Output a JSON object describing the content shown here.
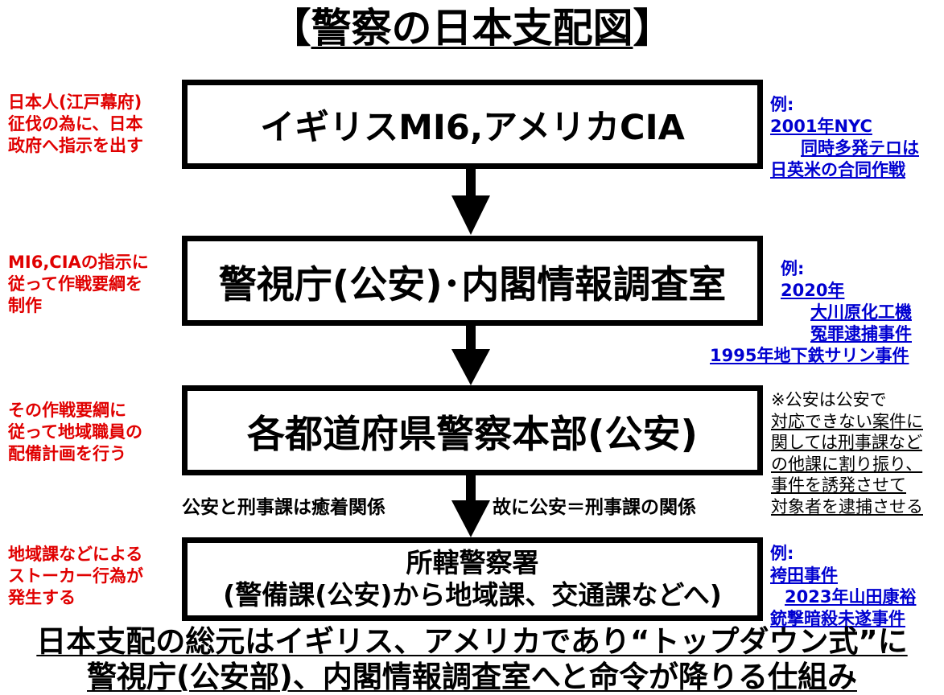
{
  "title": {
    "open_bracket": "【",
    "text": "警察の日本支配図",
    "close_bracket": "】"
  },
  "boxes": [
    {
      "lines": [
        "イギリスMI6,アメリカCIA"
      ]
    },
    {
      "lines": [
        "警視庁(公安)･内閣情報調査室"
      ]
    },
    {
      "lines": [
        "各都道府県警察本部(公安)"
      ]
    },
    {
      "lines": [
        "所轄警察署",
        "(警備課(公安)から地域課、交通課などへ)"
      ]
    }
  ],
  "left_notes": [
    {
      "lines": [
        "日本人(江戸幕府)",
        "征伐の為に、日本",
        "政府へ指示を出す"
      ]
    },
    {
      "lines": [
        "MI6,CIAの指示に",
        "従って作戦要綱を",
        "制作"
      ]
    },
    {
      "lines": [
        "その作戦要綱に",
        "従って地域職員の",
        "配備計画を行う"
      ]
    },
    {
      "lines": [
        "地域課などによる",
        "ストーカー行為が",
        "発生する"
      ]
    }
  ],
  "examples": [
    {
      "prefix": "例:",
      "lines": [
        "2001年NYC",
        "同時多発テロは",
        "日英米の合同作戦"
      ]
    },
    {
      "prefix": "例:",
      "lines": [
        "2020年",
        "大川原化工機",
        "冤罪逮捕事件",
        "1995年地下鉄サリン事件"
      ]
    },
    {
      "prefix": "例:",
      "lines": [
        "袴田事件",
        "2023年山田康裕",
        "銃撃暗殺未遂事件"
      ]
    }
  ],
  "side_note": {
    "lines": [
      "※公安は公安で",
      "対応できない案件に",
      "関しては刑事課など",
      "の他課に割り振り、",
      "事件を誘発させて",
      "対象者を逮捕させる"
    ]
  },
  "relations": {
    "left": "公安と刑事課は癒着関係",
    "right": "故に公安＝刑事課の関係"
  },
  "conclusion": {
    "lines": [
      "日本支配の総元はイギリス、アメリカであり“トップダウン式”に",
      "警視庁(公安部)、内閣情報調査室へと命令が降りる仕組み"
    ]
  },
  "colors": {
    "left_note": "#e00000",
    "example_link": "#0000d0",
    "box_border": "#000000"
  }
}
